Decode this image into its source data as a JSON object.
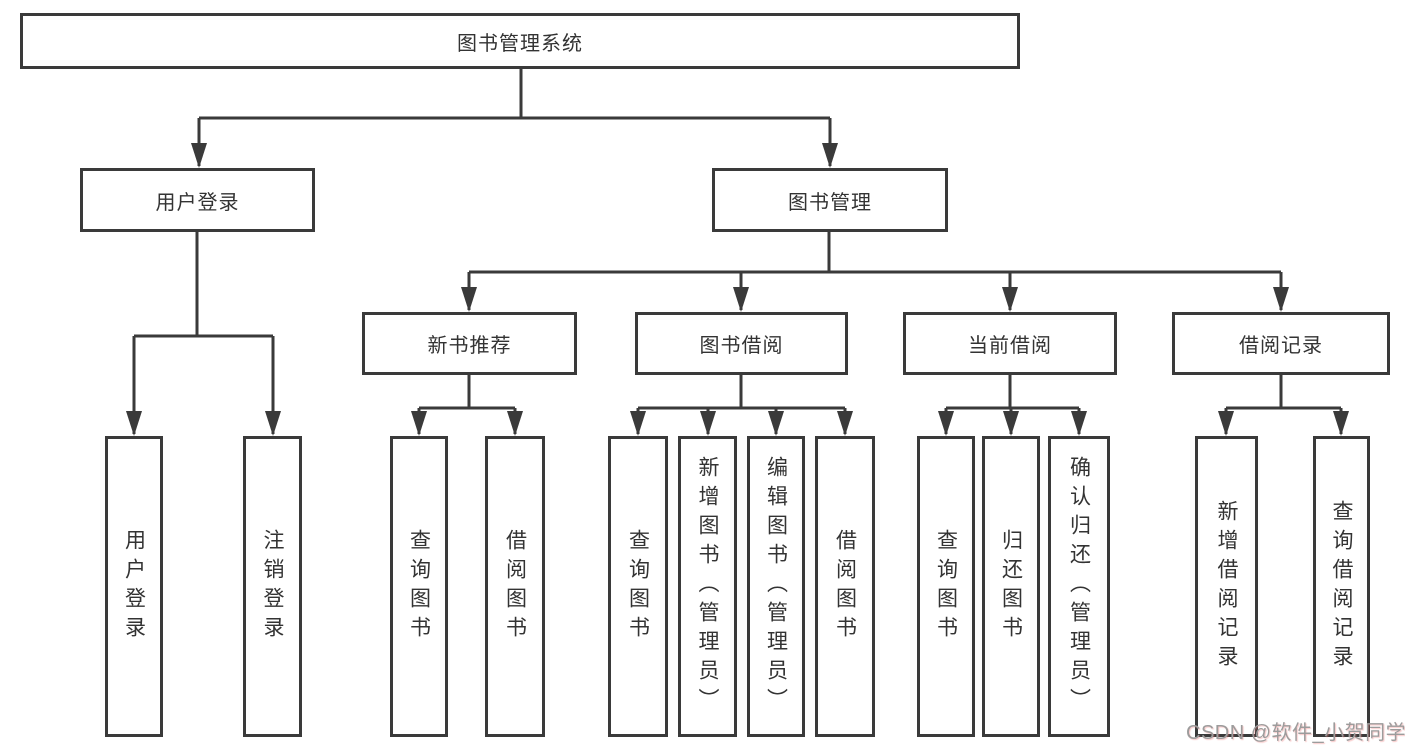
{
  "nodes": {
    "root": {
      "label": "图书管理系统"
    },
    "level2": [
      {
        "label": "用户登录"
      },
      {
        "label": "图书管理"
      }
    ],
    "level3": [
      {
        "label": "新书推荐"
      },
      {
        "label": "图书借阅"
      },
      {
        "label": "当前借阅"
      },
      {
        "label": "借阅记录"
      }
    ],
    "leaves": {
      "user_login": [
        "用户登录",
        "注销登录"
      ],
      "new_book_recommend": [
        "查询图书",
        "借阅图书"
      ],
      "book_borrow": [
        "查询图书",
        "新增图书（管理员）",
        "编辑图书（管理员）",
        "借阅图书"
      ],
      "current_borrow": [
        "查询图书",
        "归还图书",
        "确认归还（管理员）"
      ],
      "borrow_record": [
        "新增借阅记录",
        "查询借阅记录"
      ]
    }
  },
  "watermark": {
    "text": "CSDN @软件_小贺同学"
  },
  "colors": {
    "line": "#3a3a3a",
    "text": "#333333",
    "background": "#ffffff",
    "watermark": "#9c9c9c"
  }
}
